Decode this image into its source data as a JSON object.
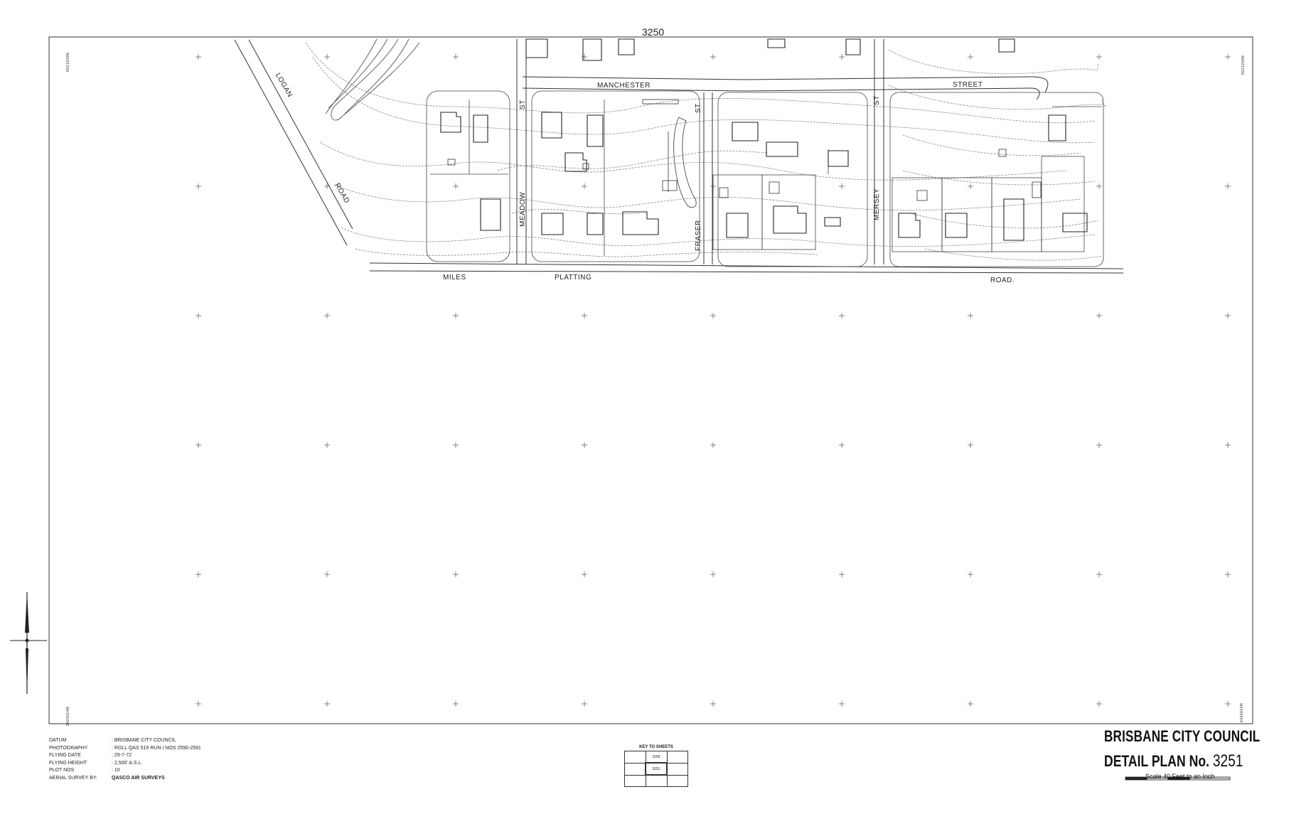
{
  "sheet": {
    "adjacent_sheet_top": "3250",
    "border_corner_labels": {
      "top_left": "6521200N",
      "top_right": "6521200N",
      "bottom_left": "6420014N",
      "bottom_right": "6420014N"
    }
  },
  "streets": {
    "logan": "LOGAN",
    "road_nw": "ROAD",
    "manchester": "MANCHESTER",
    "street": "STREET",
    "meadow": "MEADOW",
    "st_meadow": "ST",
    "fraser": "FRASER",
    "st_fraser": "ST",
    "mersey": "MERSEY",
    "st_mersey": "ST",
    "miles": "MILES",
    "platting": "PLATTING",
    "road_s": "ROAD."
  },
  "legend": {
    "datum": {
      "label": "DATUM",
      "value": ": BRISBANE CITY COUNCIL"
    },
    "photography": {
      "label": "PHOTOGRAPHY",
      "value": ": ROLL QAS 519 RUN I  NOS 2590-2591"
    },
    "flying_date": {
      "label": "FLYING DATE",
      "value": ": 29-7-72"
    },
    "flying_height": {
      "label": "FLYING HEIGHT",
      "value": ": 2,500' A.S.L."
    },
    "plot_nos": {
      "label": "PLOT NOS",
      "value": ": 10"
    },
    "aerial_survey": {
      "label": "AERIAL SURVEY BY:",
      "value": "QASCO AIR SURVEYS"
    }
  },
  "key_to_sheets": {
    "title": "KEY TO SHEETS",
    "top_cell": "3250",
    "center_cell": "3251"
  },
  "title_block": {
    "council": "BRISBANE CITY COUNCIL",
    "plan_prefix": "DETAIL PLAN No.",
    "plan_number": "3251",
    "scale": "Scale 40 Feet to an Inch"
  },
  "colors": {
    "line": "#333333",
    "contour": "#888888",
    "paper": "#ffffff"
  }
}
